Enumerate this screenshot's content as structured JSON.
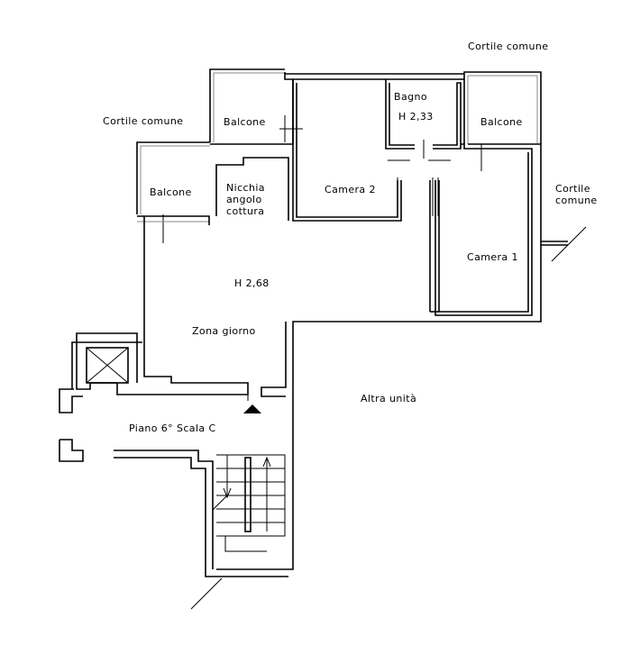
{
  "labels": {
    "cortile_top_right": "Cortile comune",
    "cortile_left": "Cortile comune",
    "cortile_right_1": "Cortile",
    "cortile_right_2": "comune",
    "balcone_left": "Balcone",
    "balcone_mid": "Balcone",
    "balcone_right": "Balcone",
    "bagno": "Bagno",
    "bagno_height": "H 2,33",
    "nicchia_1": "Nicchia",
    "nicchia_2": "angolo",
    "nicchia_3": "cottura",
    "camera_2": "Camera 2",
    "camera_1": "Camera 1",
    "main_height": "H 2,68",
    "zona_giorno": "Zona giorno",
    "altra_unita": "Altra unità",
    "piano": "Piano 6° Scala C"
  },
  "colors": {
    "ink": "#000000",
    "background": "#ffffff",
    "hatch": "#888888"
  }
}
